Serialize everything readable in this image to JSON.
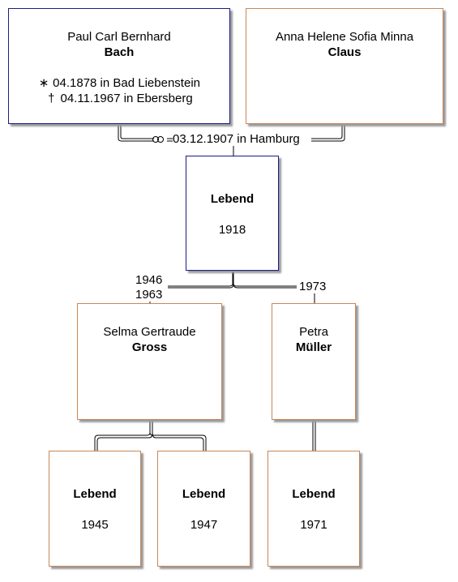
{
  "persons": {
    "father": {
      "given": "Paul Carl Bernhard",
      "surname": "Bach",
      "birth_symbol": "∗",
      "birth": "04.1878 in Bad Liebenstein",
      "death_symbol": "†",
      "death": "04.11.1967 in Ebersberg"
    },
    "mother": {
      "given": "Anna Helene Sofia Minna",
      "surname": "Claus"
    },
    "child": {
      "name": "Lebend",
      "year": "1918"
    },
    "spouse1": {
      "given": "Selma Gertraude",
      "surname": "Gross"
    },
    "spouse2": {
      "given": "Petra",
      "surname": "Müller"
    },
    "grandchild1": {
      "name": "Lebend",
      "year": "1945"
    },
    "grandchild2": {
      "name": "Lebend",
      "year": "1947"
    },
    "grandchild3": {
      "name": "Lebend",
      "year": "1971"
    }
  },
  "marriages": {
    "parents": "03.12.1907 in Hamburg",
    "spouse1_start": "1946",
    "spouse1_end": "1963",
    "spouse2": "1973"
  },
  "colors": {
    "male_border": "#1a1a8c",
    "female_border": "#c9865a"
  }
}
